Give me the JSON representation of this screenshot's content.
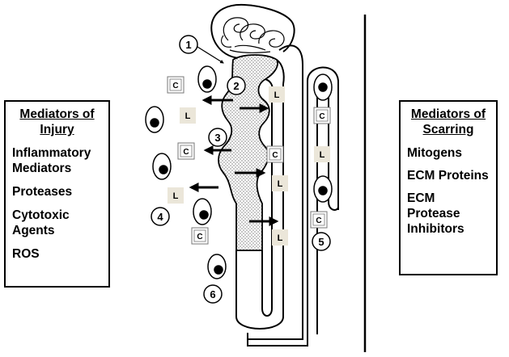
{
  "injury_panel": {
    "title": "Mediators of Injury",
    "items": [
      "Inflammatory Mediators",
      "Proteases",
      "Cytotoxic Agents",
      "ROS"
    ]
  },
  "scarring_panel": {
    "title": "Mediators of Scarring",
    "items": [
      "Mitogens",
      "ECM Proteins",
      "ECM Protease Inhibitors"
    ]
  },
  "markers": {
    "n1": "1",
    "n2": "2",
    "n3": "3",
    "n4": "4",
    "n5": "5",
    "n6": "6"
  },
  "cell_labels": {
    "c": "C",
    "l": "L"
  }
}
